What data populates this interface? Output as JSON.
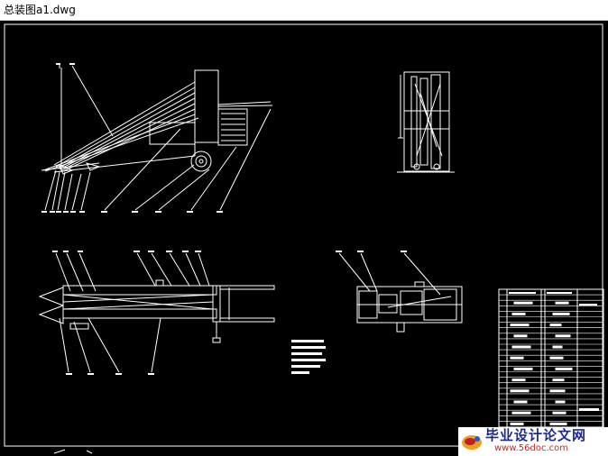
{
  "window": {
    "title": "总装图a1.dwg"
  },
  "watermark": {
    "text": "毕业设计论文网",
    "url": "www.56doc.com"
  },
  "colors": {
    "background": "#000000",
    "lines": "#ffffff",
    "title_bar": "#ffffff",
    "watermark_text": "#1c2a8c",
    "watermark_url": "#e02020",
    "logo_accent": "#f0a020"
  },
  "icons": [
    "watermark-logo-icon"
  ]
}
